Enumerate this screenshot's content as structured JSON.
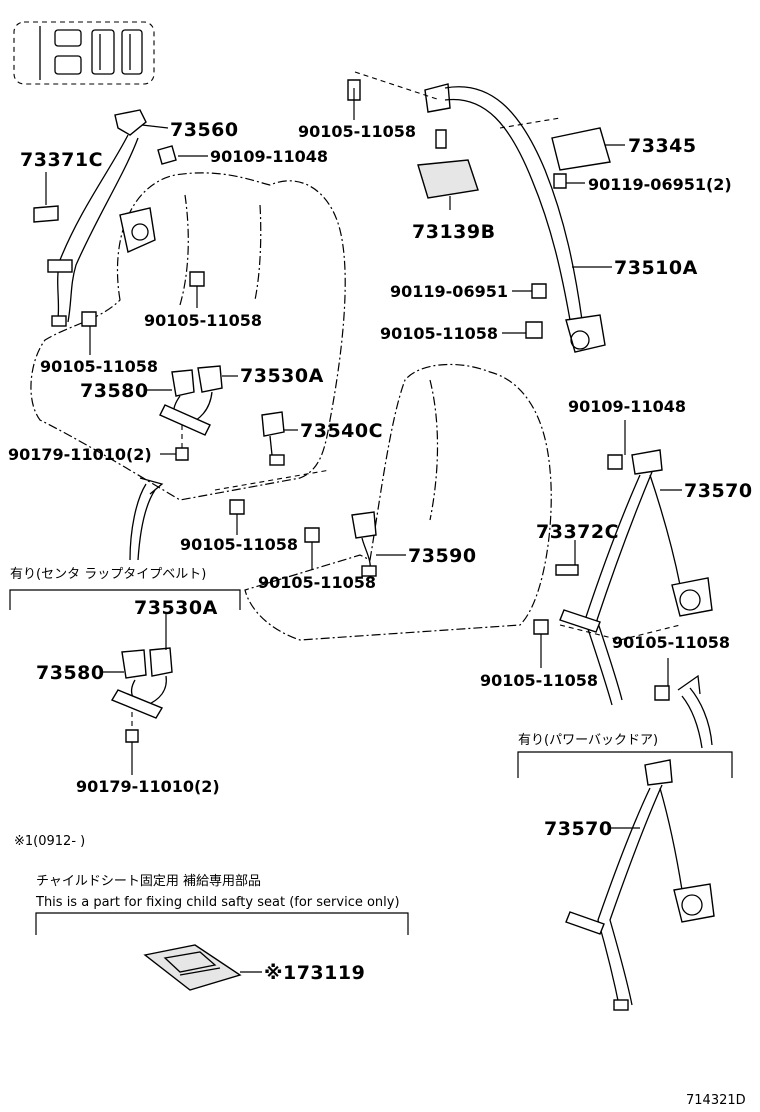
{
  "labels": {
    "p73560": "73560",
    "p90109_11048_a": "90109-11048",
    "p73371C": "73371C",
    "p90105_11058_a": "90105-11058",
    "p90105_11058_b": "90105-11058",
    "p73580_a": "73580",
    "p73530A_a": "73530A",
    "p90179_11010_a": "90179-11010(2)",
    "p73540C": "73540C",
    "p90105_11058_c": "90105-11058",
    "p90105_11058_top": "90105-11058",
    "p73139B": "73139B",
    "p73345": "73345",
    "p90119_06951_2": "90119-06951(2)",
    "p73510A": "73510A",
    "p90119_06951": "90119-06951",
    "p90105_11058_d": "90105-11058",
    "p90109_11048_b": "90109-11048",
    "p73570_a": "73570",
    "p73372C": "73372C",
    "p73590": "73590",
    "p90105_11058_e": "90105-11058",
    "p90105_11058_f": "90105-11058",
    "p90105_11058_g": "90105-11058",
    "p73530A_b": "73530A",
    "p73580_b": "73580",
    "p90179_11010_b": "90179-11010(2)",
    "p73570_b": "73570",
    "p73119": "※173119"
  },
  "notes": {
    "center_lap": "有り(センタ ラップタイプベルト)",
    "power_back": "有り(パワーバックドア)",
    "footnote": "※1(0912-    )",
    "child_jp": "チャイルドシート固定用 補給専用部品",
    "child_en": "This is a part for fixing child safty seat (for service only)"
  },
  "ref_code": "714321D"
}
